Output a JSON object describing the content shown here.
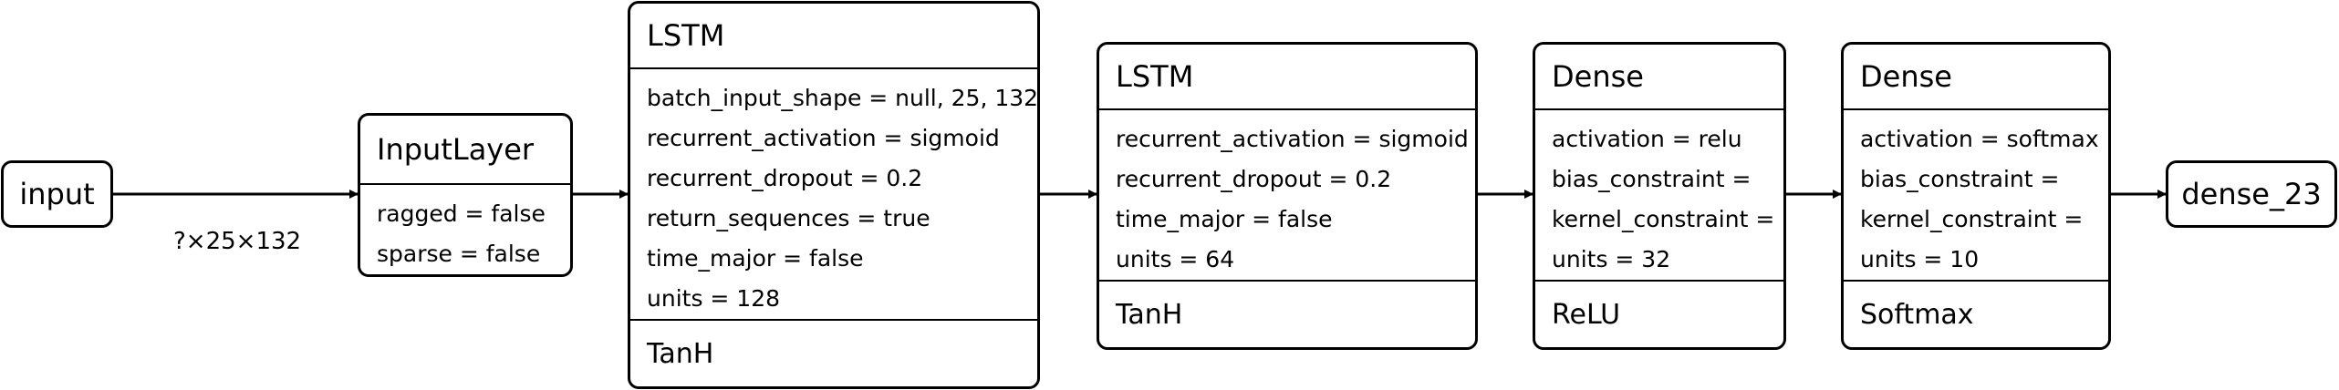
{
  "input_node": {
    "label": "input"
  },
  "input_edge": {
    "shape_label": "?×25×132"
  },
  "input_layer": {
    "title": "InputLayer",
    "attributes": [
      "ragged = false",
      "sparse = false"
    ]
  },
  "lstm_1": {
    "title": "LSTM",
    "attributes": [
      "batch_input_shape = null, 25, 132",
      "recurrent_activation = sigmoid",
      "recurrent_dropout = 0.2",
      "return_sequences = true",
      "time_major = false",
      "units = 128"
    ],
    "activation": "TanH"
  },
  "lstm_2": {
    "title": "LSTM",
    "attributes": [
      "recurrent_activation = sigmoid",
      "recurrent_dropout = 0.2",
      "time_major = false",
      "units = 64"
    ],
    "activation": "TanH"
  },
  "dense_1": {
    "title": "Dense",
    "attributes": [
      "activation = relu",
      "bias_constraint =",
      "kernel_constraint =",
      "units = 32"
    ],
    "activation": "ReLU"
  },
  "dense_2": {
    "title": "Dense",
    "attributes": [
      "activation = softmax",
      "bias_constraint =",
      "kernel_constraint =",
      "units = 10"
    ],
    "activation": "Softmax"
  },
  "output_node": {
    "label": "dense_23"
  }
}
